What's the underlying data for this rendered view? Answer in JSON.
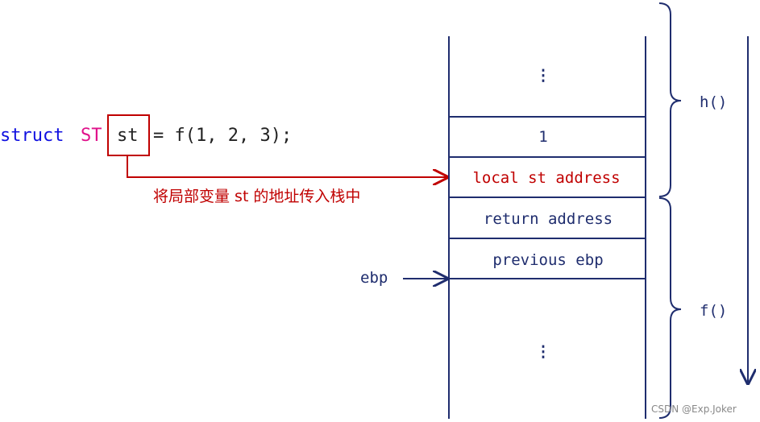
{
  "code": {
    "keyword": "struct",
    "type": "ST",
    "var": "st",
    "rest": "= f(1, 2, 3);"
  },
  "annotation": "将局部变量 st 的地址传入栈中",
  "stack": {
    "cells": [
      "1",
      "local st address",
      "return address",
      "previous ebp"
    ],
    "ellipsis": "⋮"
  },
  "pointer": "ebp",
  "frames": [
    "h()",
    "f()"
  ],
  "watermark": "CSDN @Exp.Joker",
  "colors": {
    "navy": "#1f2d6e",
    "red": "#c00000",
    "keyword": "#1010e0",
    "type": "#e0108a"
  }
}
